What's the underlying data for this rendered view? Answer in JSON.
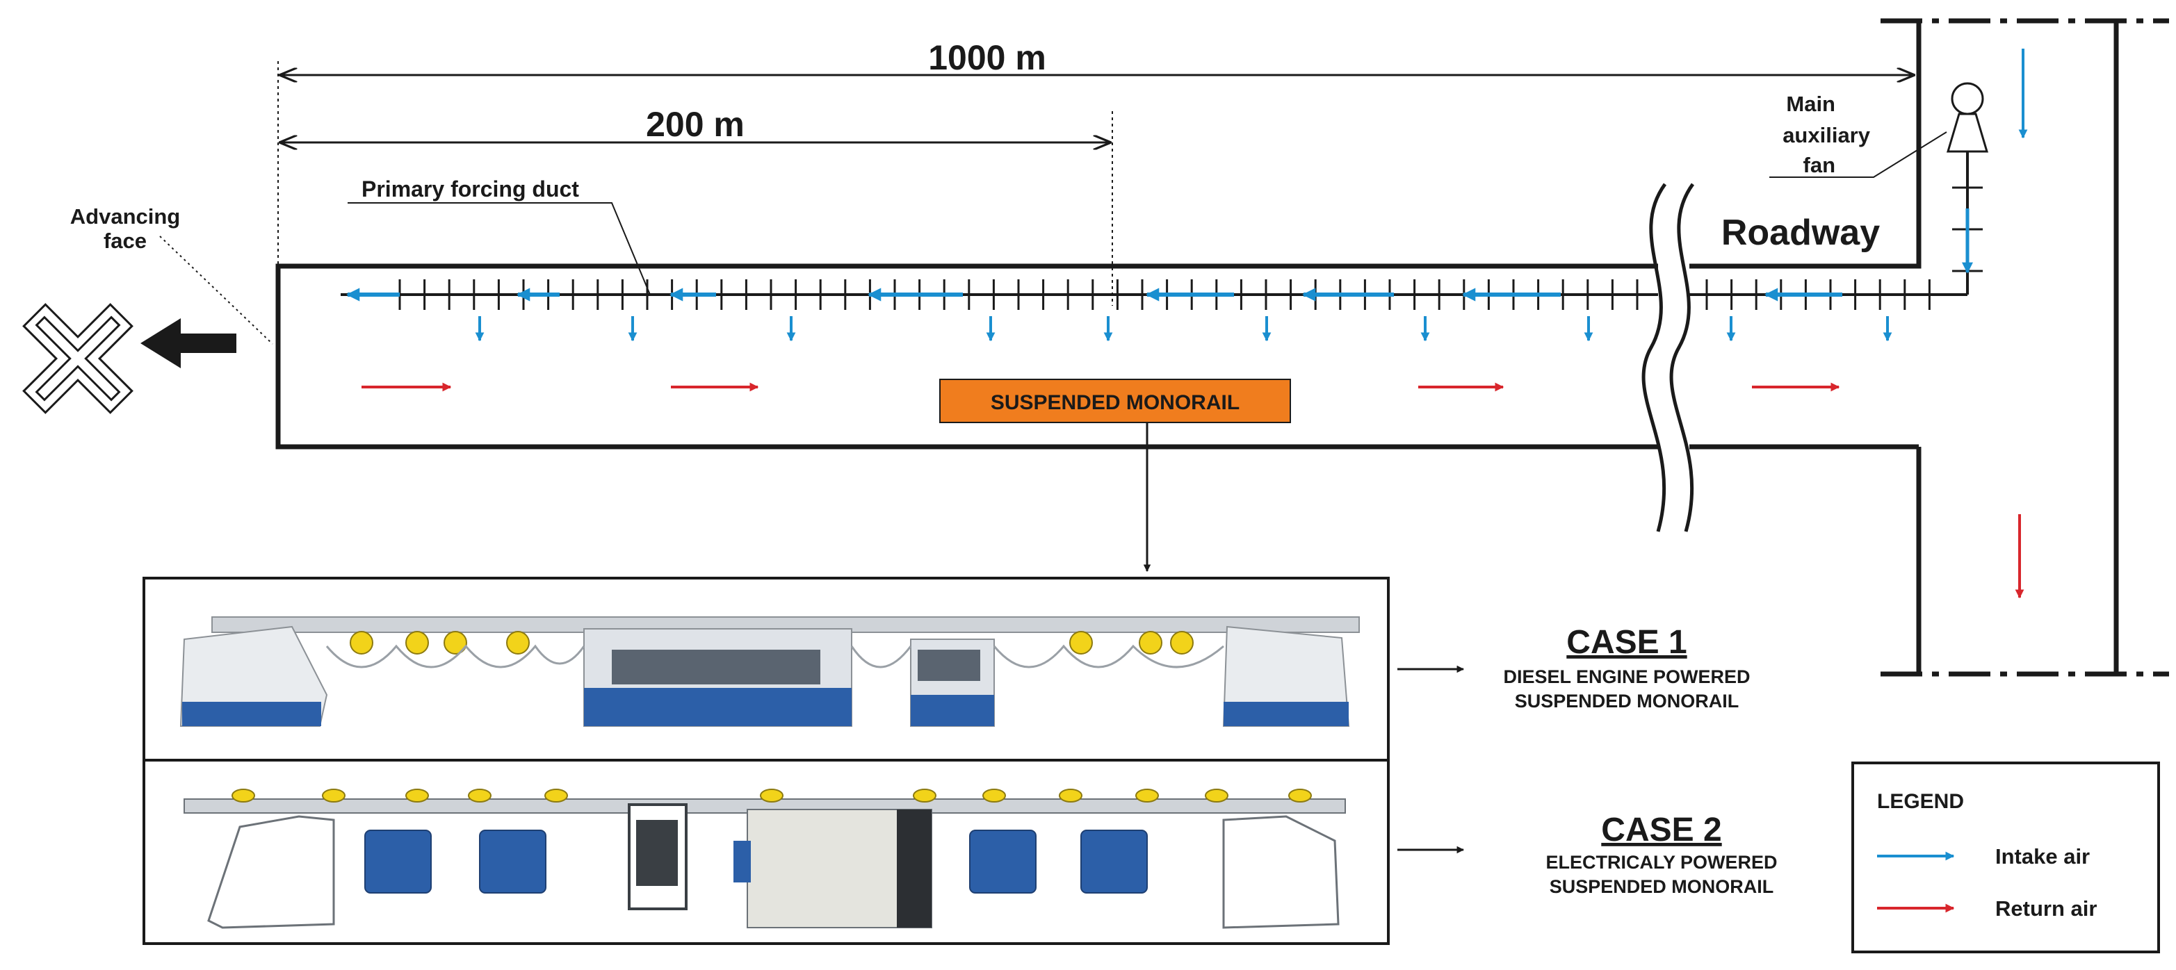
{
  "labels": {
    "dim_long": "1000 m",
    "dim_short": "200 m",
    "advancing_face_line1": "Advancing",
    "advancing_face_line2": "face",
    "primary_forcing_duct": "Primary forcing duct",
    "main_fan_line1": "Main",
    "main_fan_line2": "auxiliary",
    "main_fan_line3": "fan",
    "roadway": "Roadway",
    "monorail": "SUSPENDED MONORAIL"
  },
  "cases": [
    {
      "title": "CASE 1",
      "line1": "DIESEL ENGINE POWERED",
      "line2": "SUSPENDED MONORAIL"
    },
    {
      "title": "CASE 2",
      "line1": "ELECTRICALY POWERED",
      "line2": "SUSPENDED MONORAIL"
    }
  ],
  "legend": {
    "title": "LEGEND",
    "intake": "Intake air",
    "return": "Return air"
  },
  "colors": {
    "intake": "#1a8fd0",
    "return": "#d8262c",
    "monorail_box": "#f07d1e",
    "line": "#1a1a1a",
    "vehicle_blue": "#2c5fa8",
    "vehicle_yellow": "#f2d31a"
  },
  "icons": [
    "advancing-face-icon",
    "advancing-arrow-icon",
    "fan-icon",
    "case1-vehicle-icon",
    "case2-vehicle-icon"
  ]
}
